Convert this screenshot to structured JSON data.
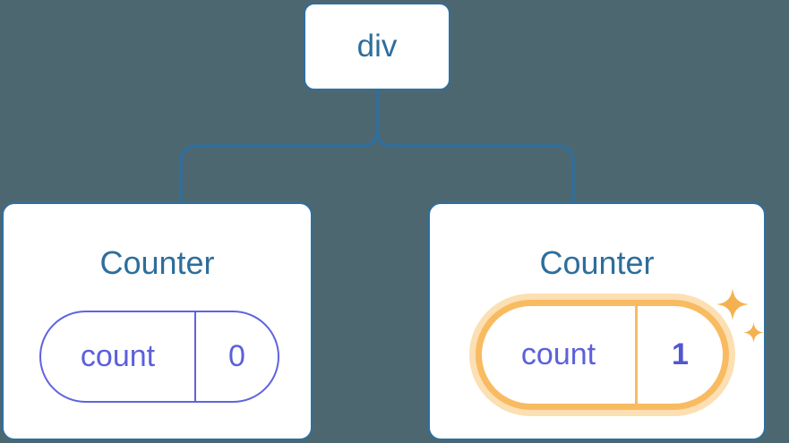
{
  "background_color": "#4d6771",
  "palette": {
    "line_blue": "#2e6f9f",
    "text_blue": "#2d6e9c",
    "state_purple": "#5c60da",
    "highlight_orange": "#f8bb61",
    "highlight_halo": "#fcdfb2",
    "sparkle_orange": "#f5b14f",
    "card_background": "#ffffff"
  },
  "tree": {
    "root": {
      "label": "div"
    },
    "children": [
      {
        "title": "Counter",
        "state_pill": {
          "key": "count",
          "value": "0"
        },
        "highlighted": false
      },
      {
        "title": "Counter",
        "state_pill": {
          "key": "count",
          "value": "1"
        },
        "highlighted": true,
        "decoration": "sparkles-icon"
      }
    ]
  }
}
